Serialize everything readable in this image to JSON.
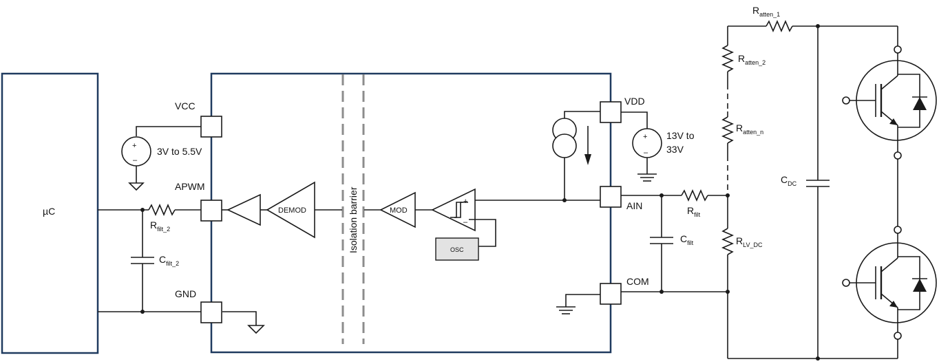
{
  "labels": {
    "uc": "µC",
    "vcc": "VCC",
    "supply_low": "3V to 5.5V",
    "apwm": "APWM",
    "gnd": "GND",
    "rfilt2_main": "R",
    "rfilt2_sub": "filt_2",
    "cfilt2_main": "C",
    "cfilt2_sub": "filt_2",
    "demod": "DEMOD",
    "isolation_barrier": "Isolation barrier",
    "mod": "MOD",
    "osc": "OSC",
    "vdd": "VDD",
    "supply_high_1": "13V to",
    "supply_high_2": "33V",
    "ain": "AIN",
    "com": "COM",
    "rfilt_main": "R",
    "rfilt_sub": "filt",
    "cfilt_main": "C",
    "cfilt_sub": "filt",
    "ratten1_main": "R",
    "ratten1_sub": "atten_1",
    "ratten2_main": "R",
    "ratten2_sub": "atten_2",
    "rattenn_main": "R",
    "rattenn_sub": "atten_n",
    "rlvdc_main": "R",
    "rlvdc_sub": "LV_DC",
    "cdc_main": "C",
    "cdc_sub": "DC",
    "plus": "+",
    "minus": "–"
  },
  "colors": {
    "chip_border": "#1f3a5f",
    "wire": "#1a1a1a",
    "barrier": "#8c8c8c",
    "osc_fill": "#e3e3e3"
  }
}
